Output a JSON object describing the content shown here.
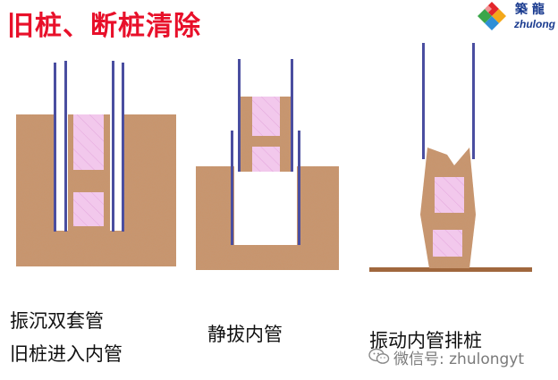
{
  "title": "旧桩、断桩清除",
  "logo": {
    "name": "築 龍",
    "sub": "zhulong"
  },
  "captions": {
    "step1_line1": "振沉双套管",
    "step1_line2": "旧桩进入内管",
    "step2": "静拔内管",
    "step3": "振动内管排桩"
  },
  "watermark": "微信号: zhulongyt",
  "colors": {
    "title": "#e8102a",
    "soil": "#c8956e",
    "pile": "#f2c8ec",
    "pipe": "#4a4ea0",
    "ground": "#a0673d"
  }
}
